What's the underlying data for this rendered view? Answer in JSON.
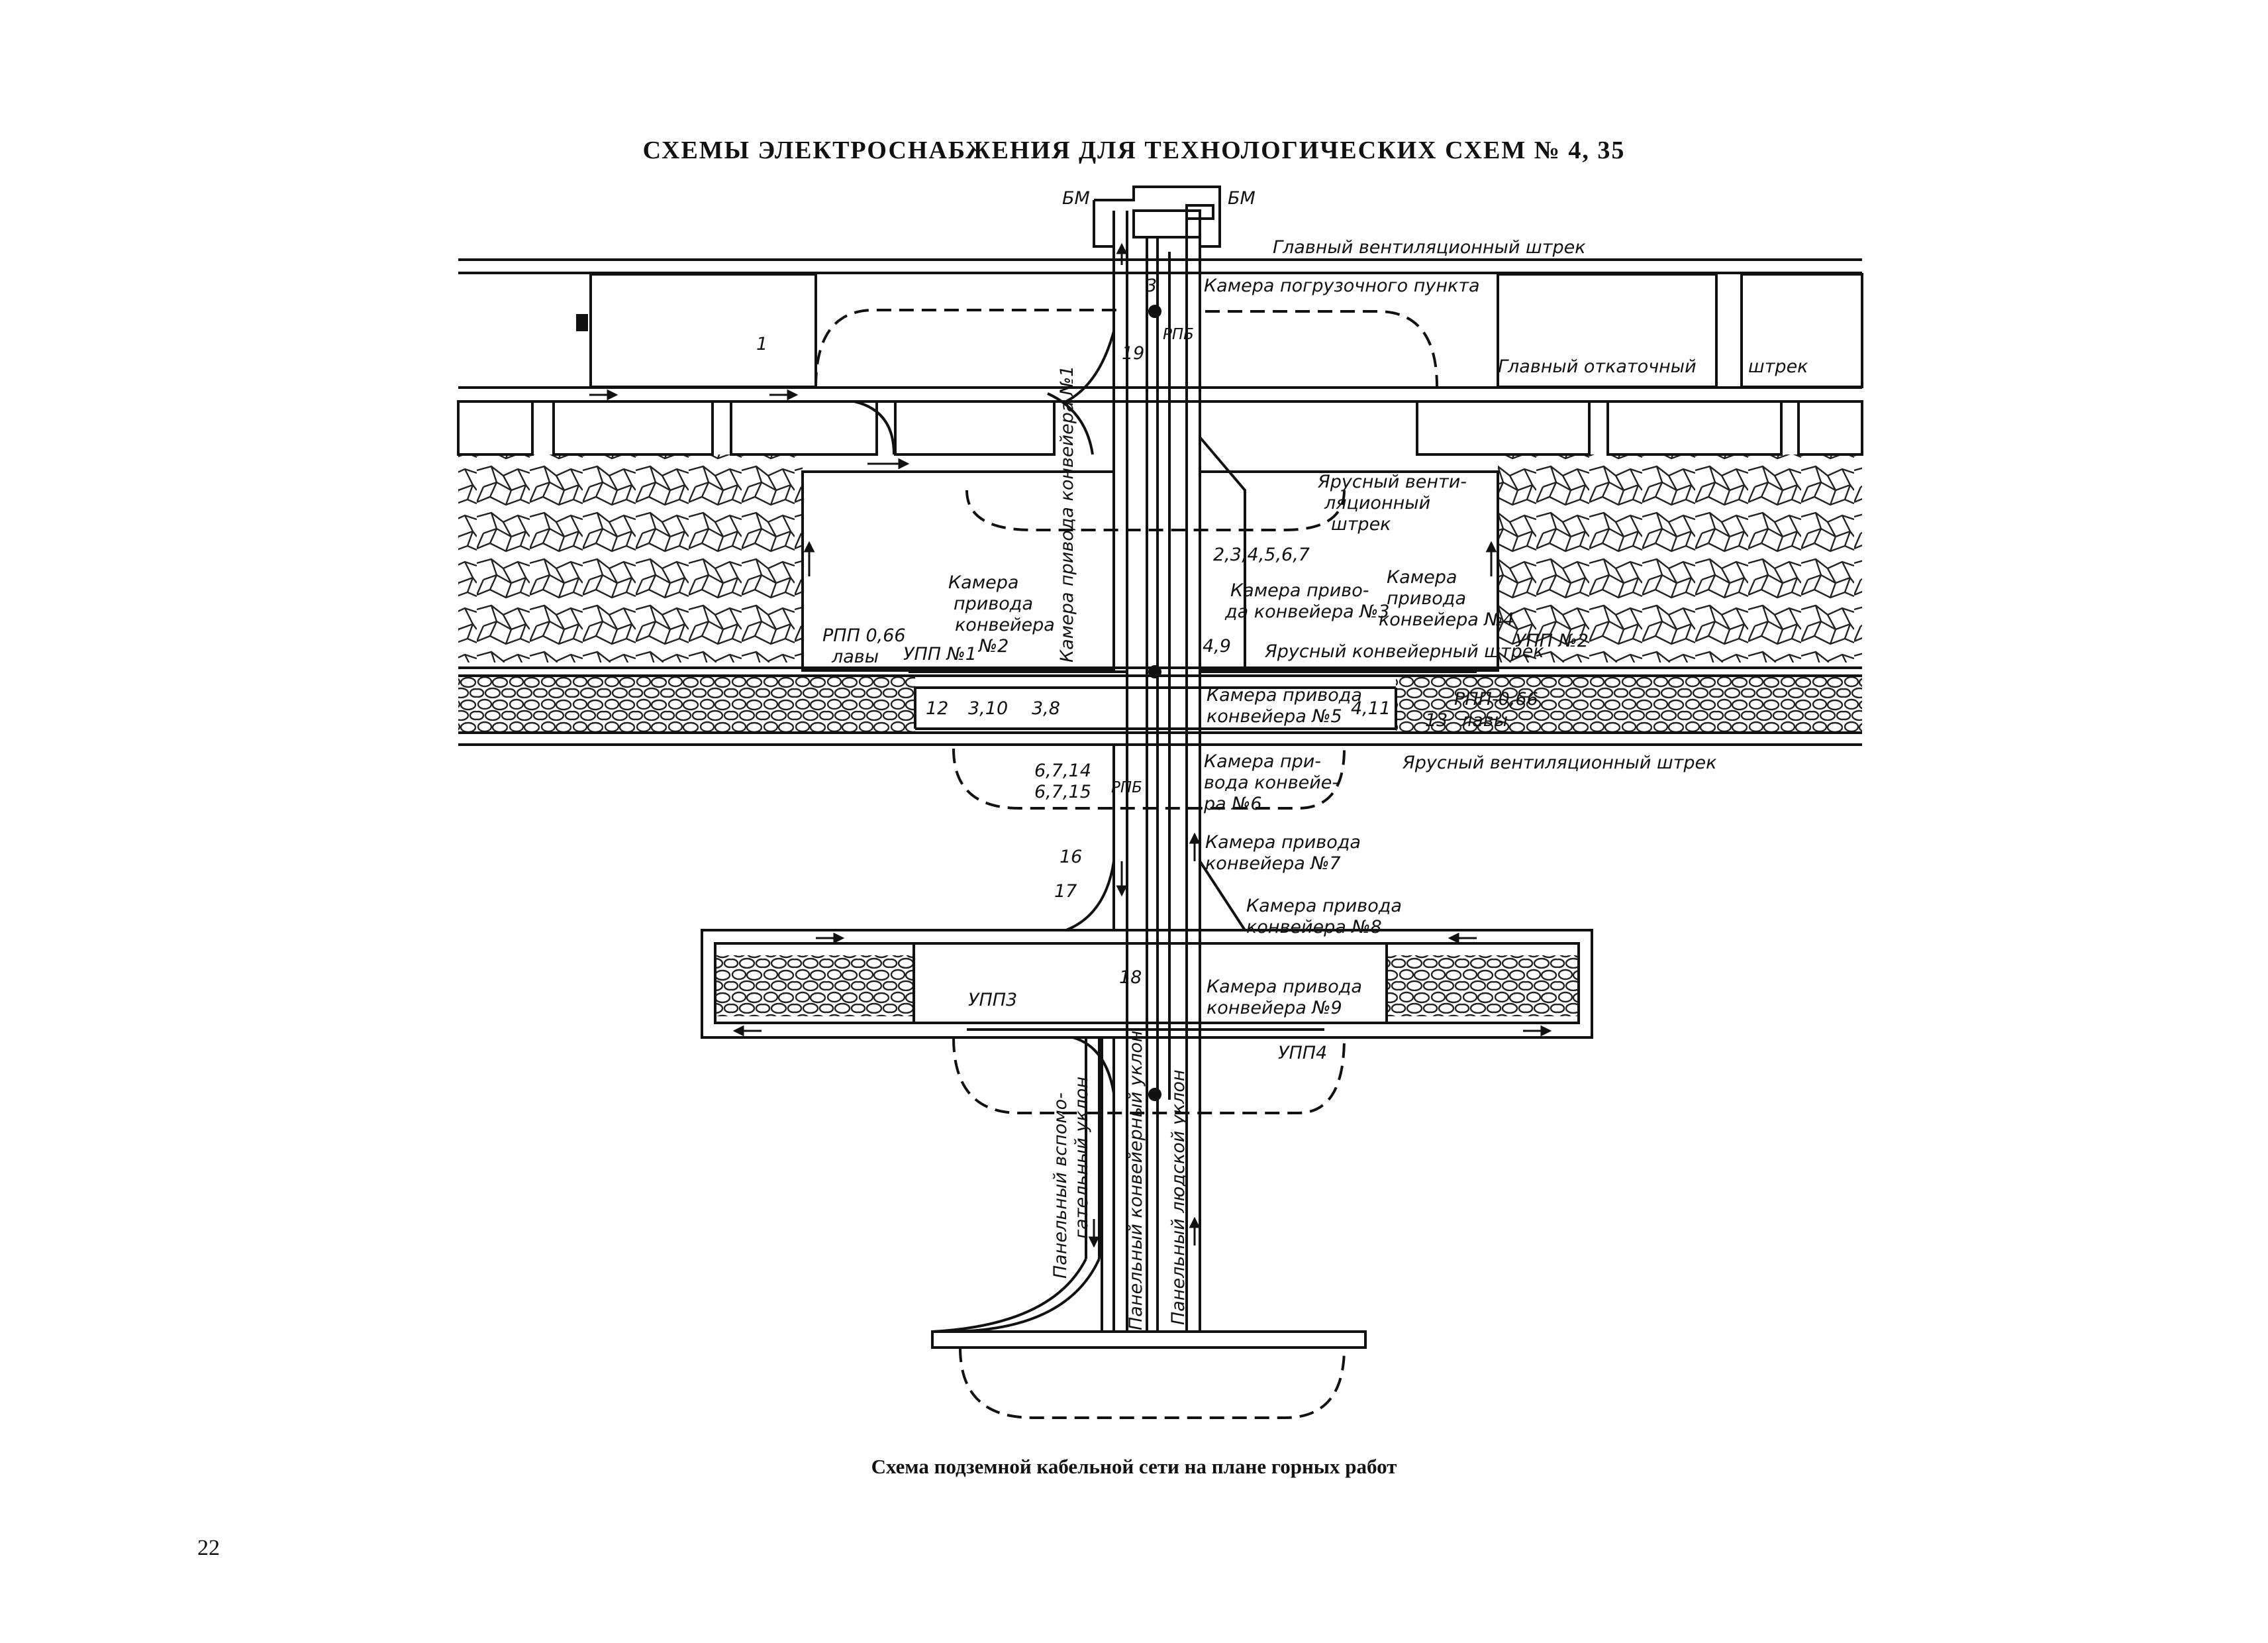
{
  "header": {
    "title": "СХЕМЫ ЭЛЕКТРОСНАБЖЕНИЯ ДЛЯ ТЕХНОЛОГИЧЕСКИХ СХЕМ № 4, 35"
  },
  "diagram": {
    "labels": {
      "bm_left": "БМ",
      "bm_right": "БМ",
      "main_vent": "Главный вентиляционный штрек",
      "loading_chamber": "Камера погрузочного пункта",
      "main_haulage_1": "Главный откаточный",
      "main_haulage_2": "штрек",
      "n1": "1",
      "n3": "3",
      "n19": "19",
      "rpb_top": "РПБ",
      "tier_vent_right_1": "Ярусный венти-",
      "tier_vent_right_2": "ляционный",
      "tier_vent_right_3": "штрек",
      "cables_2_7": "2,3,4,5,6,7",
      "cam2_1": "Камера",
      "cam2_2": "привода",
      "cam2_3": "конвейера",
      "cam2_4": "№2",
      "cam1_v": "Камера привода конвейера №1",
      "cam3_1": "Камера приво-",
      "cam3_2": "да конвейера №3",
      "cam4_1": "Камера",
      "cam4_2": "привода",
      "cam4_3": "конвейера №4",
      "rpp_left_1": "РПП 0,66",
      "rpp_left_2": "лавы",
      "upp1": "УПП №1",
      "n49": "4,9",
      "tier_conveyor": "Ярусный конвейерный штрек",
      "upp2": "УПП №2",
      "n12": "12",
      "n310": "3,10",
      "n38": "3,8",
      "cam5_1": "Камера привода",
      "cam5_2": "конвейера №5",
      "n411": "4,11",
      "n13": "13",
      "rpp_right_1": "РПП-0,66",
      "rpp_right_2": "лавы",
      "tier_vent_lower": "Ярусный вентиляционный штрек",
      "n6714": "6,7,14",
      "n6715": "6,7,15",
      "rpb_mid": "РПБ",
      "cam6_1": "Камера при-",
      "cam6_2": "вода конвейе-",
      "cam6_3": "ра №6",
      "n16": "16",
      "cam7_1": "Камера привода",
      "cam7_2": "конвейера №7",
      "n17": "17",
      "cam8_1": "Камера привода",
      "cam8_2": "конвейера №8",
      "n18": "18",
      "upp3": "УПП3",
      "cam9_1": "Камера привода",
      "cam9_2": "конвейера №9",
      "upp4": "УПП4",
      "panel_aux_1": "Панельный вспомо-",
      "panel_aux_2": "гательный уклон",
      "panel_conv": "Панельный конвейерный уклон",
      "panel_people": "Панельный людской уклон"
    }
  },
  "footer": {
    "caption": "Схема подземной кабельной сети на плане горных работ",
    "page_number": "22"
  }
}
